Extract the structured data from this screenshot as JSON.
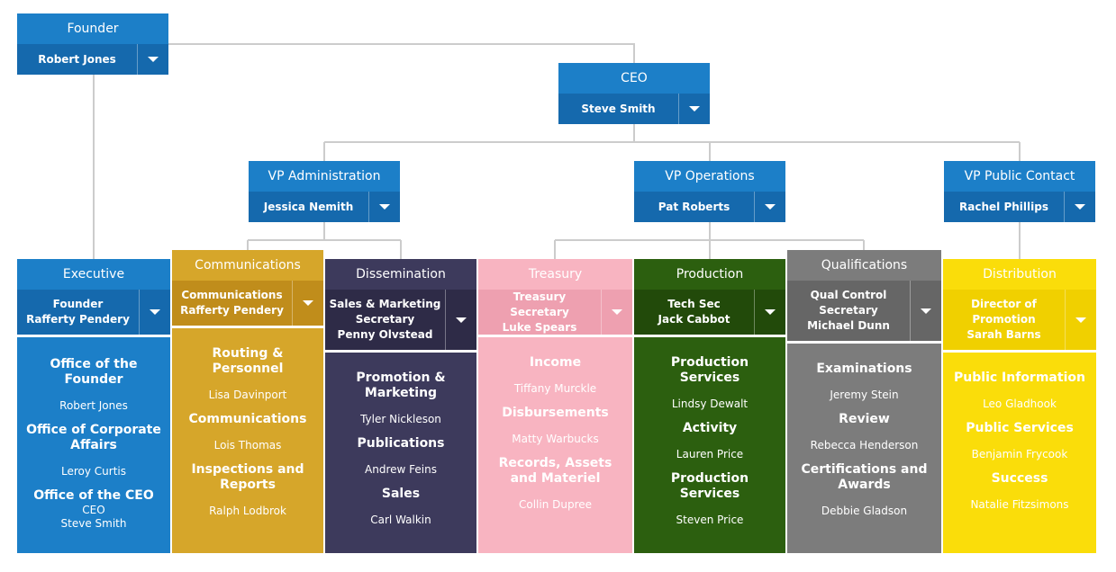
{
  "nodes": {
    "founder": {
      "title": "Founder",
      "name": "Robert Jones"
    },
    "ceo": {
      "title": "CEO",
      "name": "Steve Smith"
    },
    "vp_admin": {
      "title": "VP Administration",
      "name": "Jessica Nemith"
    },
    "vp_ops": {
      "title": "VP Operations",
      "name": "Pat Roberts"
    },
    "vp_public": {
      "title": "VP Public Contact",
      "name": "Rachel Phillips"
    },
    "executive": {
      "title": "Executive",
      "name": "Founder\nRafferty Pendery"
    },
    "communications": {
      "title": "Communications",
      "name": "Communications\nRafferty Pendery"
    },
    "dissemination": {
      "title": "Dissemination",
      "name": "Sales & Marketing\nSecretary\nPenny Olvstead"
    },
    "treasury": {
      "title": "Treasury",
      "name": "Treasury Secretary\nLuke Spears"
    },
    "production": {
      "title": "Production",
      "name": "Tech Sec\nJack Cabbot"
    },
    "qualifications": {
      "title": "Qualifications",
      "name": "Qual Control\nSecretary\nMichael Dunn"
    },
    "distribution": {
      "title": "Distribution",
      "name": "Director of\nPromotion\nSarah Barns"
    }
  },
  "panels": {
    "executive": [
      {
        "title": "Office of the Founder",
        "person": "Robert Jones"
      },
      {
        "title": "Office of Corporate Affairs",
        "person": "Leroy Curtis"
      },
      {
        "title": "Office of the CEO",
        "sub1": "CEO",
        "sub2": "Steve Smith"
      }
    ],
    "communications": [
      {
        "title": "Routing & Personnel",
        "person": "Lisa Davinport"
      },
      {
        "title": "Communications",
        "person": "Lois Thomas"
      },
      {
        "title": "Inspections and Reports",
        "person": "Ralph Lodbrok"
      }
    ],
    "dissemination": [
      {
        "title": "Promotion & Marketing",
        "person": "Tyler Nickleson"
      },
      {
        "title": "Publications",
        "person": "Andrew Feins"
      },
      {
        "title": "Sales",
        "person": "Carl Walkin"
      }
    ],
    "treasury": [
      {
        "title": "Income",
        "person": "Tiffany Murckle"
      },
      {
        "title": "Disbursements",
        "person": "Matty Warbucks"
      },
      {
        "title": "Records, Assets and Materiel",
        "person": "Collin Dupree"
      }
    ],
    "production": [
      {
        "title": "Production Services",
        "person": "Lindsy Dewalt"
      },
      {
        "title": "Activity",
        "person": "Lauren Price"
      },
      {
        "title": "Production Services",
        "person": "Steven Price"
      }
    ],
    "qualifications": [
      {
        "title": "Examinations",
        "person": "Jeremy Stein"
      },
      {
        "title": "Review",
        "person": "Rebecca Henderson"
      },
      {
        "title": "Certifications and Awards",
        "person": "Debbie Gladson"
      }
    ],
    "distribution": [
      {
        "title": "Public Information",
        "person": "Leo Gladhook"
      },
      {
        "title": "Public Services",
        "person": "Benjamin Frycook"
      },
      {
        "title": "Success",
        "person": "Natalie Fitzsimons"
      }
    ]
  },
  "colors": {
    "blue": "#1c7fc8",
    "blue_dark": "#1569ad",
    "gold": "#d6a62a",
    "gold_dark": "#c08d1b",
    "purple": "#3d3a5c",
    "purple_dark": "#2e2b47",
    "pink": "#f8b4c1",
    "pink_dark": "#eea0b0",
    "green": "#2c5f0f",
    "green_dark": "#224a0a",
    "gray": "#7c7c7c",
    "gray_dark": "#666666",
    "yellow": "#fadd0a",
    "yellow_dark": "#f0d000",
    "connector": "#cccccc"
  }
}
